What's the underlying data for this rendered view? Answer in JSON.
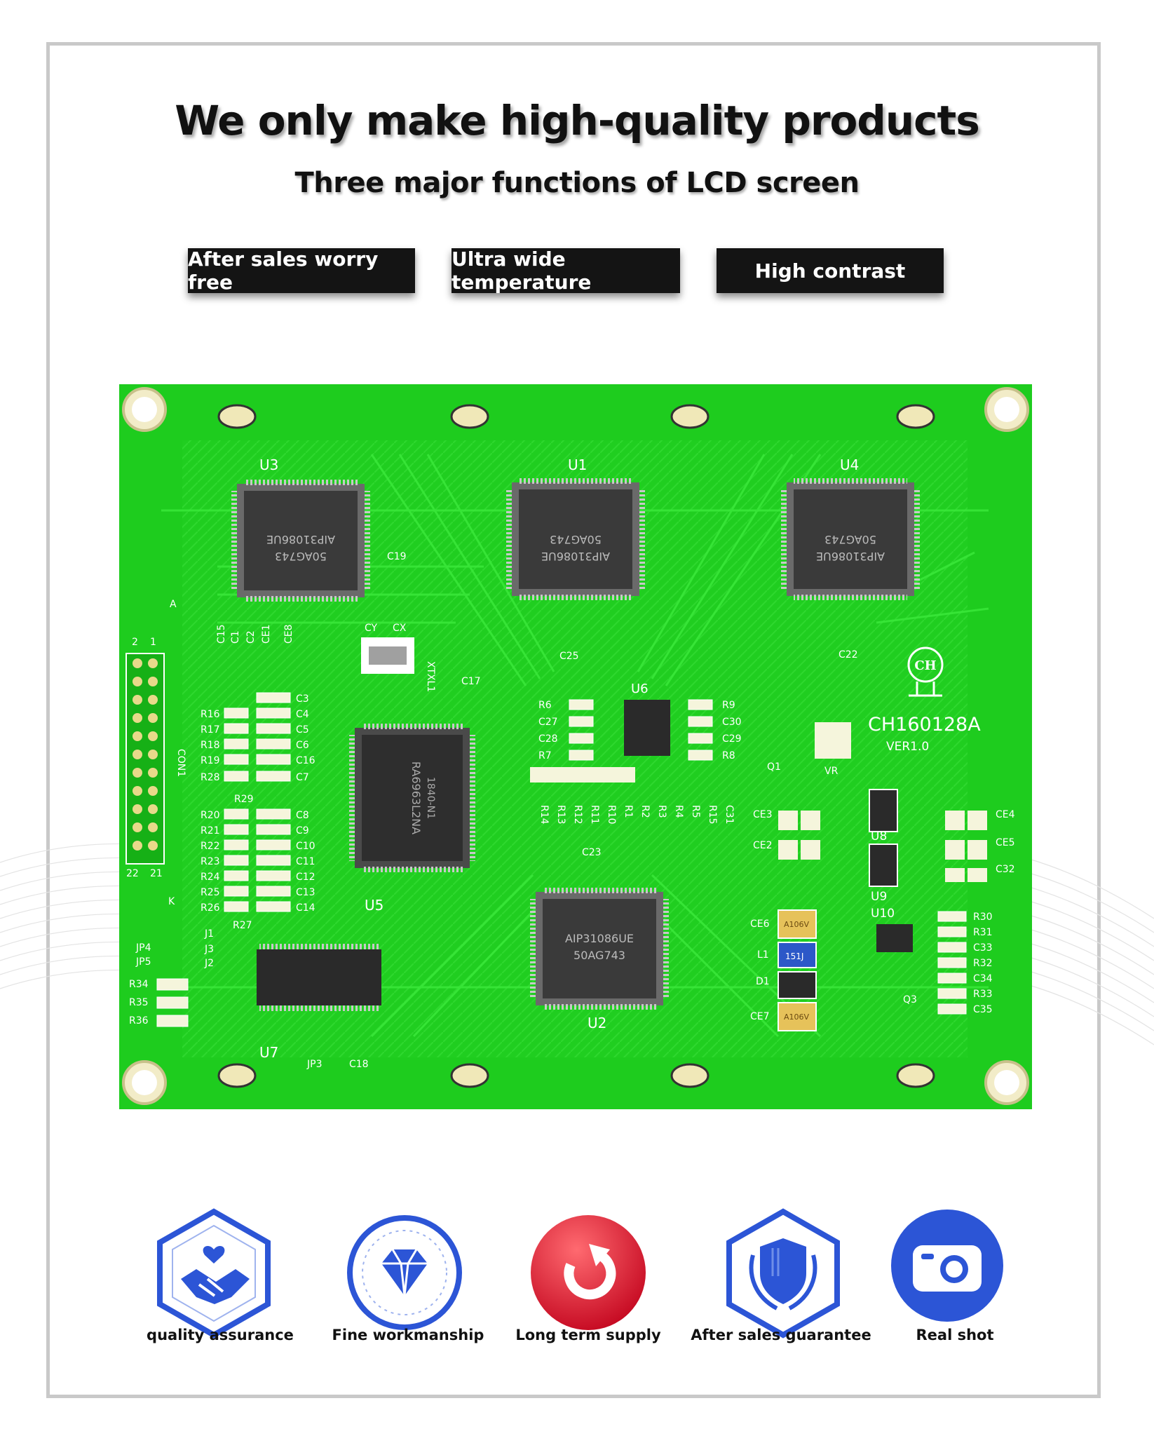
{
  "header": {
    "title": "We only make high-quality products",
    "subtitle": "Three major functions of LCD screen"
  },
  "features": [
    {
      "label": "After sales worry free"
    },
    {
      "label": "Ultra wide temperature"
    },
    {
      "label": "High contrast"
    }
  ],
  "pcb": {
    "chips": [
      "U3",
      "U1",
      "U4",
      "U5",
      "U2",
      "U6",
      "U7",
      "U8",
      "U9",
      "U10"
    ],
    "chip_markings": [
      "AIP31086UE",
      "50AG743"
    ],
    "u5_markings": [
      "RA6963L2NA",
      "1840-N1"
    ],
    "model": "CH160128A",
    "version": "VER1.0",
    "logo_text": "CH",
    "connector": "CON1",
    "connector_pins": [
      "2",
      "1",
      "22",
      "21"
    ],
    "labels_left_col": [
      "R16",
      "R17",
      "R18",
      "R19",
      "R28",
      "R20",
      "R21",
      "R22",
      "R23",
      "R24",
      "R25",
      "R26"
    ],
    "labels_right_col": [
      "C3",
      "C4",
      "C5",
      "C6",
      "C16",
      "C7",
      "C8",
      "C9",
      "C10",
      "C11",
      "C12",
      "C13",
      "C14"
    ],
    "labels_right_side": [
      "R30",
      "R31",
      "C33",
      "R32",
      "C34",
      "R33",
      "C35"
    ],
    "labels_bottom_left": [
      "R34",
      "R35",
      "R36"
    ],
    "labels_misc": [
      "C15",
      "C1",
      "C2",
      "CE1",
      "CE8",
      "CY",
      "CX",
      "XTXL1",
      "C17",
      "C19",
      "C25",
      "C22",
      "R29",
      "R27",
      "C23",
      "C18",
      "JP3",
      "JP4",
      "JP5",
      "J1",
      "J2",
      "J3",
      "A",
      "K",
      "Q1",
      "Q3",
      "VR",
      "CE2",
      "CE3",
      "CE4",
      "CE5",
      "C32",
      "CE6",
      "CE7",
      "L1",
      "D1"
    ],
    "labels_u6_left": [
      "R6",
      "C27",
      "C28",
      "R7"
    ],
    "labels_u6_right": [
      "R9",
      "C30",
      "C29",
      "R8"
    ],
    "labels_resistor_row": [
      "R14",
      "R13",
      "R12",
      "R11",
      "R10",
      "R1",
      "R2",
      "R3",
      "R4",
      "R5",
      "R15",
      "C31"
    ],
    "capacitor_markings": [
      "A106V",
      "A106V"
    ],
    "inductor_marking": "151J"
  },
  "benefits": [
    {
      "label": "quality assurance",
      "icon": "handshake-heart-icon"
    },
    {
      "label": "Fine workmanship",
      "icon": "diamond-icon"
    },
    {
      "label": "Long term supply",
      "icon": "refresh-arrow-icon"
    },
    {
      "label": "After sales guarantee",
      "icon": "shield-laurel-icon"
    },
    {
      "label": "Real shot",
      "icon": "camera-icon"
    }
  ],
  "colors": {
    "pcb_green": "#1fd11f",
    "trace_green": "#33e033",
    "icon_blue": "#2c55d6",
    "icon_red": "#e8102a",
    "banner_black": "#141414"
  }
}
